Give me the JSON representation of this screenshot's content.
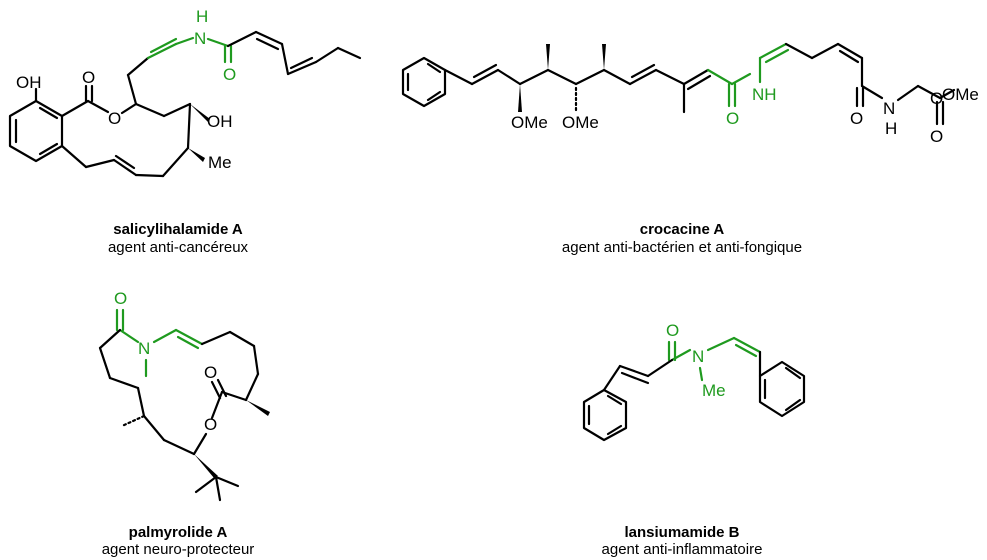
{
  "colors": {
    "bond": "#000000",
    "amide_highlight": "#1f9a1f",
    "background": "#ffffff"
  },
  "molecules": [
    {
      "name": "salicylihalamide A",
      "description": "agent anti-cancéreux",
      "atoms": {
        "oh_phenol": "OH",
        "o_carbonyl": "O",
        "o_ester": "O",
        "oh": "OH",
        "me": "Me",
        "nh": "N",
        "h": "H",
        "o_amide": "O"
      }
    },
    {
      "name": "crocacine A",
      "description": "agent anti-bactérien et anti-fongique",
      "atoms": {
        "ome1": "OMe",
        "ome2": "OMe",
        "nh1": "NH",
        "o1": "O",
        "o2": "O",
        "n2": "N",
        "h2": "H",
        "o3": "O",
        "o4": "O",
        "ome3": "OMe"
      }
    },
    {
      "name": "palmyrolide A",
      "description": "agent neuro-protecteur",
      "atoms": {
        "o_amide": "O",
        "n": "N",
        "o_carbonyl": "O",
        "o_ester": "O"
      }
    },
    {
      "name": "lansiumamide B",
      "description": "agent anti-inflammatoire",
      "atoms": {
        "o": "O",
        "n": "N",
        "me": "Me"
      }
    }
  ]
}
